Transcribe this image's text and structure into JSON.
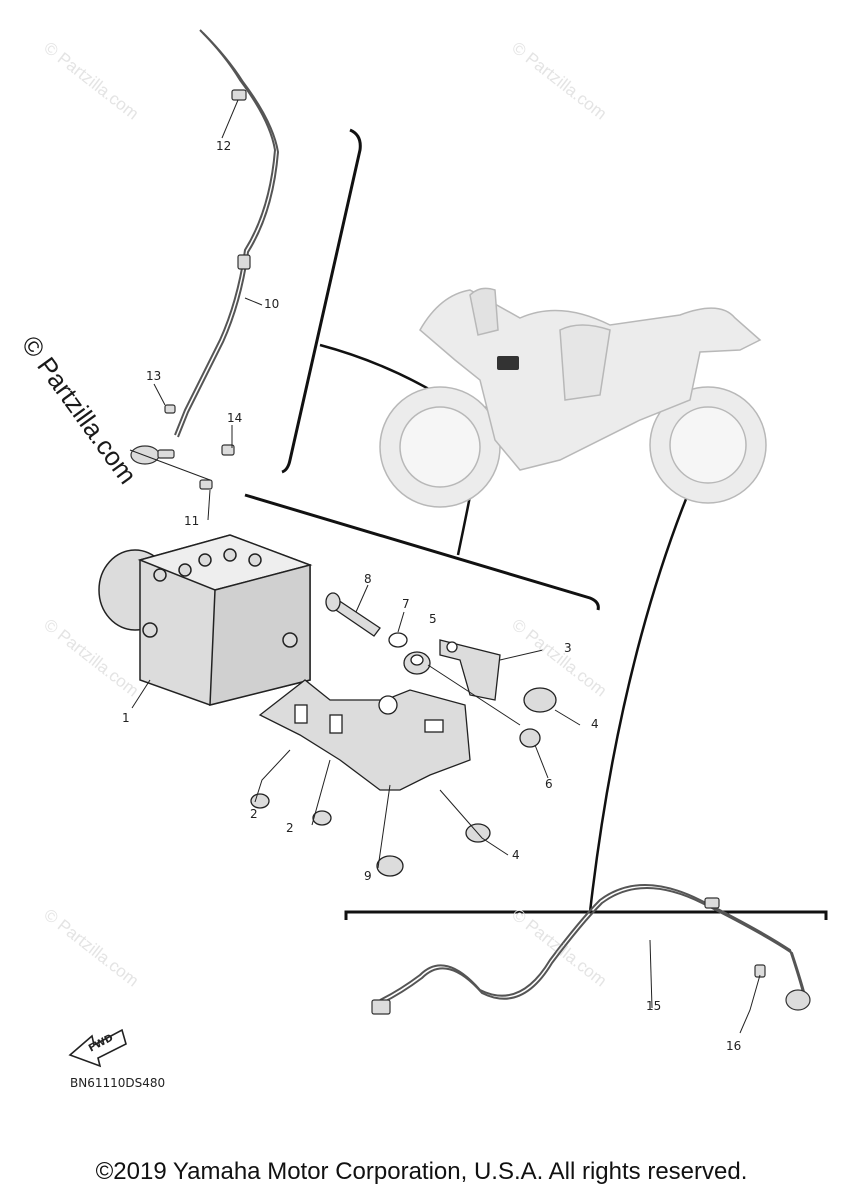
{
  "watermark": {
    "faint_text": "© Partzilla.com",
    "bold_text": "© Partzilla.com"
  },
  "callouts": [
    {
      "id": "c1",
      "label": "1"
    },
    {
      "id": "c2a",
      "label": "2"
    },
    {
      "id": "c2b",
      "label": "2"
    },
    {
      "id": "c3",
      "label": "3"
    },
    {
      "id": "c4a",
      "label": "4"
    },
    {
      "id": "c4b",
      "label": "4"
    },
    {
      "id": "c5",
      "label": "5"
    },
    {
      "id": "c6",
      "label": "6"
    },
    {
      "id": "c7",
      "label": "7"
    },
    {
      "id": "c8",
      "label": "8"
    },
    {
      "id": "c9",
      "label": "9"
    },
    {
      "id": "c10",
      "label": "10"
    },
    {
      "id": "c11",
      "label": "11"
    },
    {
      "id": "c12",
      "label": "12"
    },
    {
      "id": "c13",
      "label": "13"
    },
    {
      "id": "c14",
      "label": "14"
    },
    {
      "id": "c15",
      "label": "15"
    },
    {
      "id": "c16",
      "label": "16"
    }
  ],
  "fwd_label": "FWD",
  "diagram_code": "BN61110DS480",
  "copyright": "©2019 Yamaha Motor Corporation, U.S.A. All rights reserved.",
  "colors": {
    "line": "#111111",
    "part_fill": "#dcdcdc",
    "bike_fill": "#ececec",
    "watermark": "#e4e4e4"
  }
}
